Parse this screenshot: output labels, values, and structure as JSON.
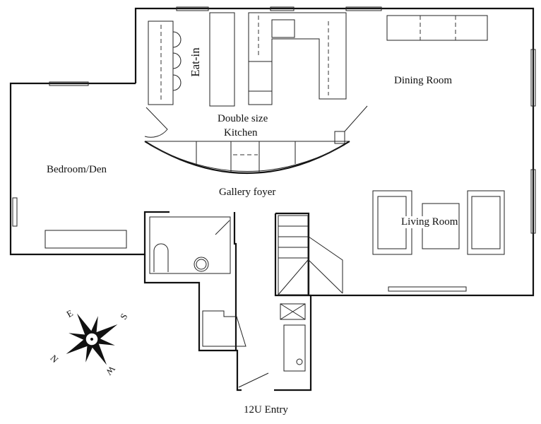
{
  "rooms": {
    "eat_in": "Eat-in",
    "kitchen_line1": "Double size",
    "kitchen_line2": "Kitchen",
    "dining": "Dining Room",
    "bedroom": "Bedroom/Den",
    "gallery": "Gallery foyer",
    "living": "Living Room",
    "entry": "12U Entry"
  },
  "compass": {
    "n": "N",
    "s": "S",
    "e": "E",
    "w": "W"
  },
  "colors": {
    "line": "#111111",
    "background": "#ffffff"
  }
}
